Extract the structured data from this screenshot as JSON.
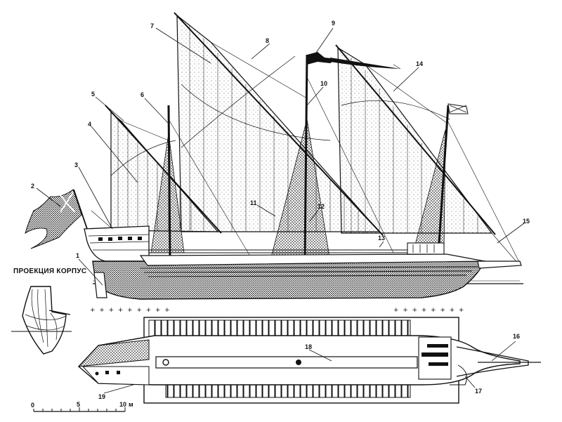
{
  "projection_title": "ПРОЕКЦИЯ КОРПУС",
  "callouts": [
    "1",
    "2",
    "3",
    "4",
    "5",
    "6",
    "7",
    "8",
    "9",
    "10",
    "11",
    "12",
    "13",
    "14",
    "15",
    "16",
    "17",
    "18",
    "19"
  ],
  "scale_bar": {
    "tick_labels": [
      "0",
      "5",
      "10"
    ],
    "unit": "м"
  }
}
